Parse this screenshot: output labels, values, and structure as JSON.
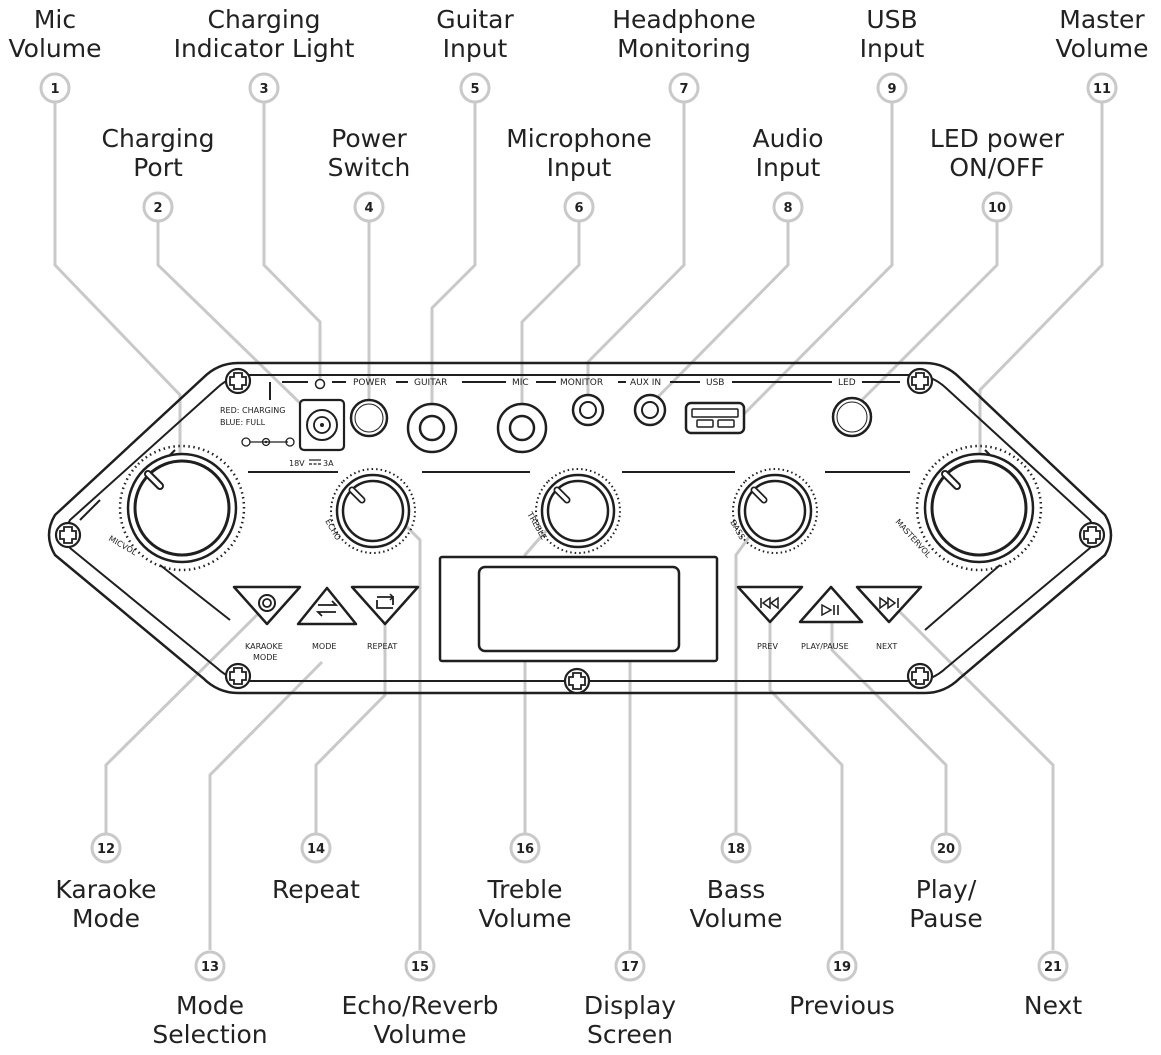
{
  "callouts": [
    {
      "num": "1",
      "line1": "Mic",
      "line2": "Volume"
    },
    {
      "num": "2",
      "line1": "Charging",
      "line2": "Port"
    },
    {
      "num": "3",
      "line1": "Charging",
      "line2": "Indicator Light"
    },
    {
      "num": "4",
      "line1": "Power",
      "line2": "Switch"
    },
    {
      "num": "5",
      "line1": "Guitar",
      "line2": "Input"
    },
    {
      "num": "6",
      "line1": "Microphone",
      "line2": "Input"
    },
    {
      "num": "7",
      "line1": "Headphone",
      "line2": "Monitoring"
    },
    {
      "num": "8",
      "line1": "Audio",
      "line2": "Input"
    },
    {
      "num": "9",
      "line1": "USB",
      "line2": "Input"
    },
    {
      "num": "10",
      "line1": "LED power",
      "line2": "ON/OFF"
    },
    {
      "num": "11",
      "line1": "Master",
      "line2": "Volume"
    },
    {
      "num": "12",
      "line1": "Karaoke",
      "line2": "Mode"
    },
    {
      "num": "13",
      "line1": "Mode",
      "line2": "Selection"
    },
    {
      "num": "14",
      "line1": "Repeat",
      "line2": ""
    },
    {
      "num": "15",
      "line1": "Echo/Reverb",
      "line2": "Volume"
    },
    {
      "num": "16",
      "line1": "Treble",
      "line2": "Volume"
    },
    {
      "num": "17",
      "line1": "Display",
      "line2": "Screen"
    },
    {
      "num": "18",
      "line1": "Bass",
      "line2": "Volume"
    },
    {
      "num": "19",
      "line1": "Previous",
      "line2": ""
    },
    {
      "num": "20",
      "line1": "Play/",
      "line2": "Pause"
    },
    {
      "num": "21",
      "line1": "Next",
      "line2": ""
    }
  ],
  "panel": {
    "top_labels": {
      "power": "POWER",
      "guitar": "GUITAR",
      "mic": "MIC",
      "monitor": "MONITOR",
      "aux_in": "AUX IN",
      "usb": "USB",
      "led": "LED"
    },
    "charging_red": "RED: CHARGING",
    "charging_blue": "BLUE: FULL",
    "rating_left": "18V",
    "rating_right": "3A",
    "knob_labels": {
      "micvol": "MICVOL",
      "echo": "ECHO",
      "treble": "TREBLE",
      "bass": "BASS",
      "mastervol": "MASTERVOL"
    },
    "button_labels": {
      "karaoke_1": "KARAOKE",
      "karaoke_2": "MODE",
      "mode": "MODE",
      "repeat": "REPEAT",
      "prev": "PREV",
      "play_pause": "PLAY/PAUSE",
      "next": "NEXT"
    }
  }
}
